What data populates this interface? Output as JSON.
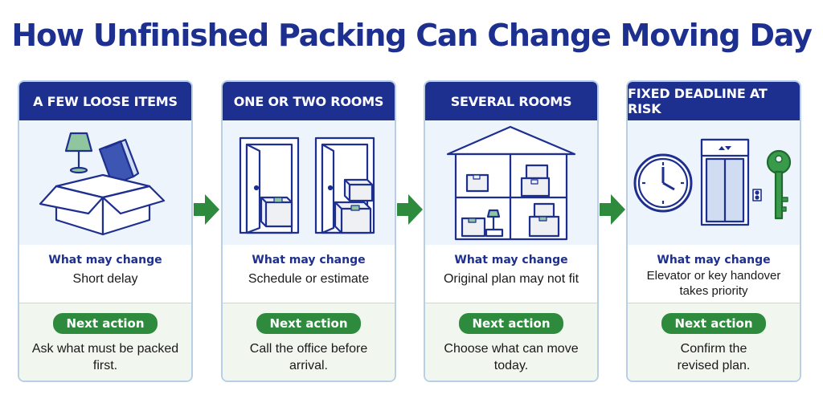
{
  "title": "How Unfinished Packing Can Change Moving Day",
  "colors": {
    "navy": "#1d2f8f",
    "green": "#2e8b3e",
    "light_blue": "#eef4fc",
    "light_green": "#f1f7ee"
  },
  "stages": [
    {
      "header": "A FEW LOOSE ITEMS",
      "illustration": "open-box-lamp-book-icon",
      "change_label": "What may change",
      "change_text": "Short delay",
      "action_label": "Next action",
      "action_text": "Ask what must be packed first."
    },
    {
      "header": "ONE OR TWO ROOMS",
      "illustration": "doorways-boxes-icon",
      "change_label": "What may change",
      "change_text": "Schedule or estimate",
      "action_label": "Next action",
      "action_text": "Call the office before arrival."
    },
    {
      "header": "SEVERAL ROOMS",
      "illustration": "house-rooms-boxes-icon",
      "change_label": "What may change",
      "change_text": "Original plan may not fit",
      "action_label": "Next action",
      "action_text": "Choose what can move today."
    },
    {
      "header": "FIXED DEADLINE AT RISK",
      "illustration": "clock-elevator-key-icon",
      "change_label": "What may change",
      "change_text": "Elevator or key handover takes priority",
      "action_label": "Next action",
      "action_text": "Confirm the revised plan."
    }
  ]
}
